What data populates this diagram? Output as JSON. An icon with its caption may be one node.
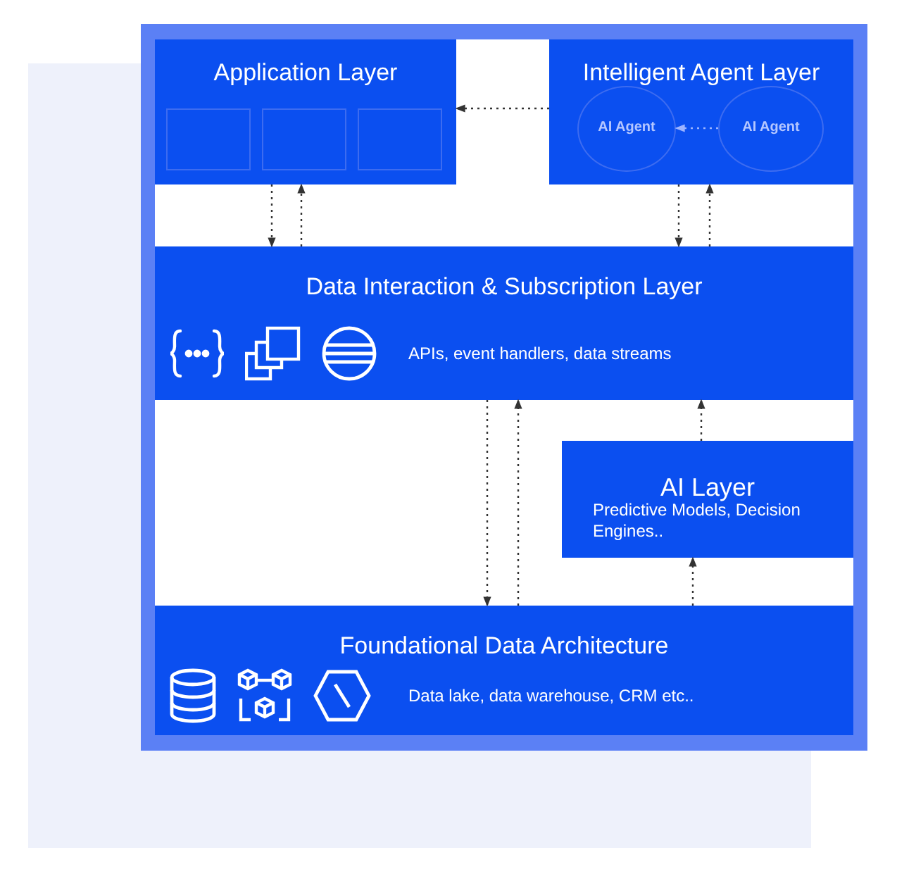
{
  "diagram": {
    "nodes": [
      {
        "text": [
          "Application Layer"
        ]
      },
      {
        "text": [],
        "shape": "box",
        "in": 0
      },
      {
        "text": [],
        "shape": "box",
        "in": 0
      },
      {
        "text": [],
        "shape": "box",
        "in": 0
      },
      {
        "text": [
          "Intelligent Agent Layer"
        ]
      },
      {
        "text": [
          "AI Agent"
        ],
        "in": 4
      },
      {
        "text": [
          "AI Agent"
        ],
        "in": 4
      },
      {
        "text": [
          "Data Interaction & Subscription Layer",
          "APIs, event handlers, data streams"
        ]
      },
      {
        "text": [
          "AI Layer",
          "Predictive Models, Decision Engines.."
        ]
      },
      {
        "text": [
          "Foundational Data Architecture",
          "Data lake, data warehouse, CRM etc.."
        ]
      }
    ],
    "edges": [
      {
        "from": 4,
        "to": 0,
        "arrow": "to",
        "style": "dashed"
      },
      {
        "from": 6,
        "to": 5,
        "arrow": "to",
        "style": "dashed",
        "color": "#9db4ff"
      },
      {
        "from": 0,
        "to": 7,
        "arrow": "to",
        "style": "dashed"
      },
      {
        "from": 7,
        "to": 0,
        "arrow": "to",
        "style": "dashed"
      },
      {
        "from": 4,
        "to": 7,
        "arrow": "to",
        "style": "dashed"
      },
      {
        "from": 7,
        "to": 4,
        "arrow": "to",
        "style": "dashed"
      },
      {
        "from": 7,
        "to": 9,
        "arrow": "to",
        "style": "dashed"
      },
      {
        "from": 9,
        "to": 7,
        "arrow": "to",
        "style": "dashed"
      },
      {
        "from": 8,
        "to": 7,
        "arrow": "to",
        "style": "dashed"
      },
      {
        "from": 9,
        "to": 8,
        "arrow": "to",
        "style": "dashed"
      }
    ]
  }
}
